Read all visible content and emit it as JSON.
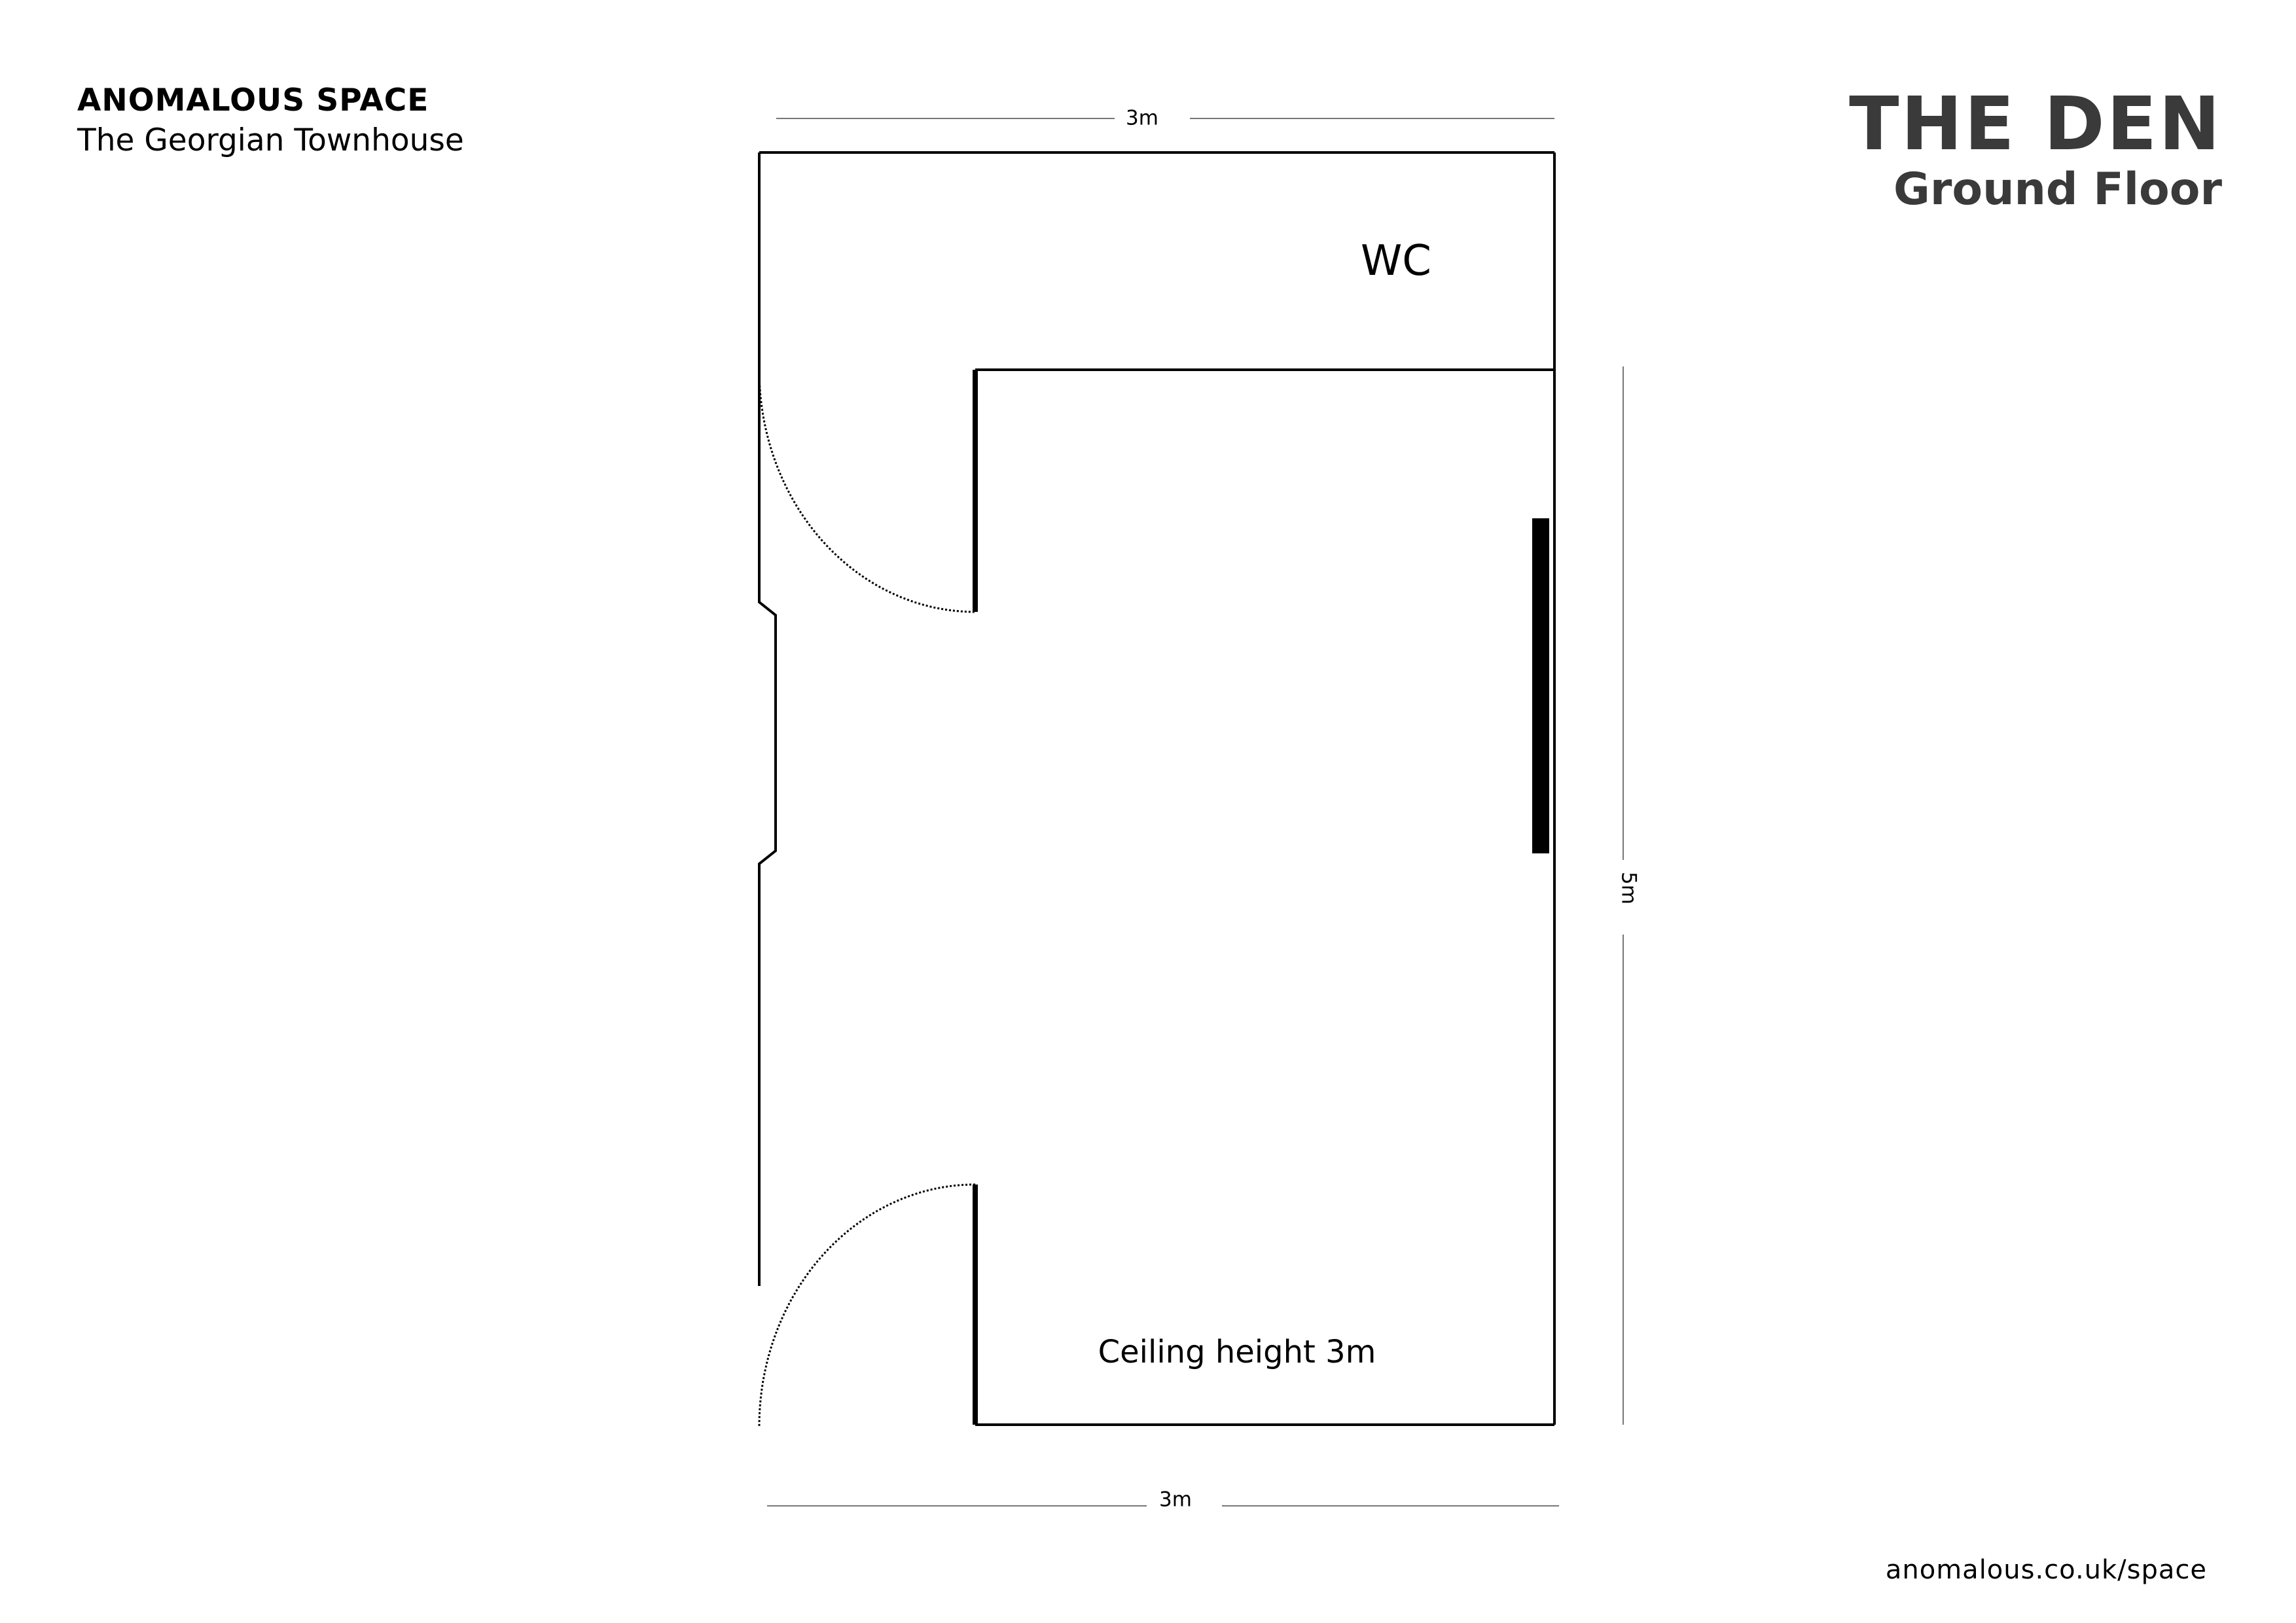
{
  "header": {
    "brand": "ANOMALOUS SPACE",
    "venue": "The Georgian Townhouse",
    "title": "THE DEN",
    "floor": "Ground Floor"
  },
  "plan": {
    "top_dimension": "3m",
    "bottom_dimension": "3m",
    "side_dimension": "5m",
    "wc_label": "WC",
    "ceiling_note": "Ceiling height 3m"
  },
  "footer": {
    "url": "anomalous.co.uk/space"
  }
}
